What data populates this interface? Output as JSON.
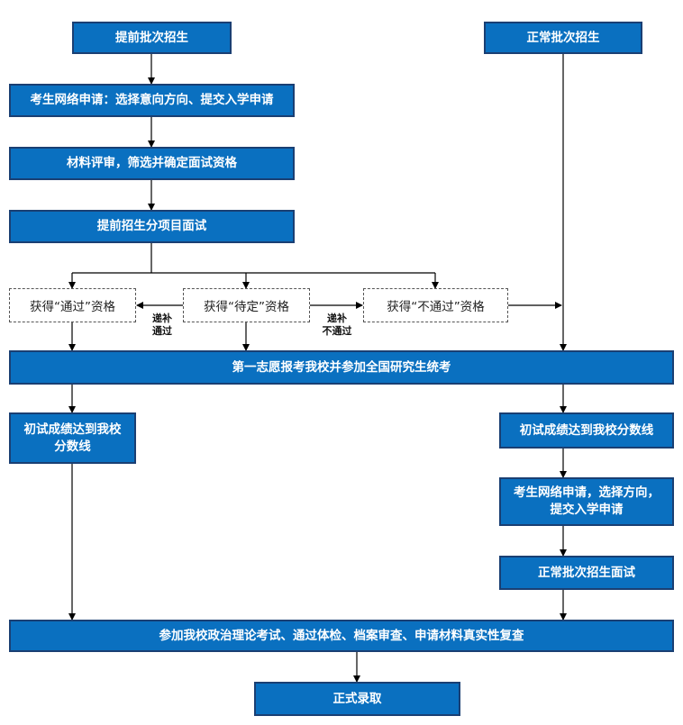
{
  "nodes": {
    "early_admission": "提前批次招生",
    "regular_admission": "正常批次招生",
    "online_apply": "考生网络申请：选择意向方向、提交入学申请",
    "material_review": "材料评审，筛选并确定面试资格",
    "early_interview": "提前招生分项目面试",
    "status_pass": "获得“通过”资格",
    "status_pending": "获得“待定”资格",
    "status_fail": "获得“不通过”资格",
    "first_choice_exam": "第一志愿报考我校并参加全国研究生统考",
    "score_left_l1": "初试成绩达到我校",
    "score_left_l2": "分数线",
    "score_right": "初试成绩达到我校分数线",
    "online_apply2_l1": "考生网络申请，选择方向，",
    "online_apply2_l2": "提交入学申请",
    "regular_interview": "正常批次招生面试",
    "final_checks": "参加我校政治理论考试、通过体检、档案审查、申请材料真实性复查",
    "formal_admission": "正式录取"
  },
  "edge_labels": {
    "backfill_l1": "递补",
    "backfill_pass_l2": "通过",
    "backfill_fail_l2": "不通过"
  },
  "colors": {
    "box_fill": "#0a70c0",
    "box_border": "#1a3f73",
    "arrow": "#000000"
  }
}
